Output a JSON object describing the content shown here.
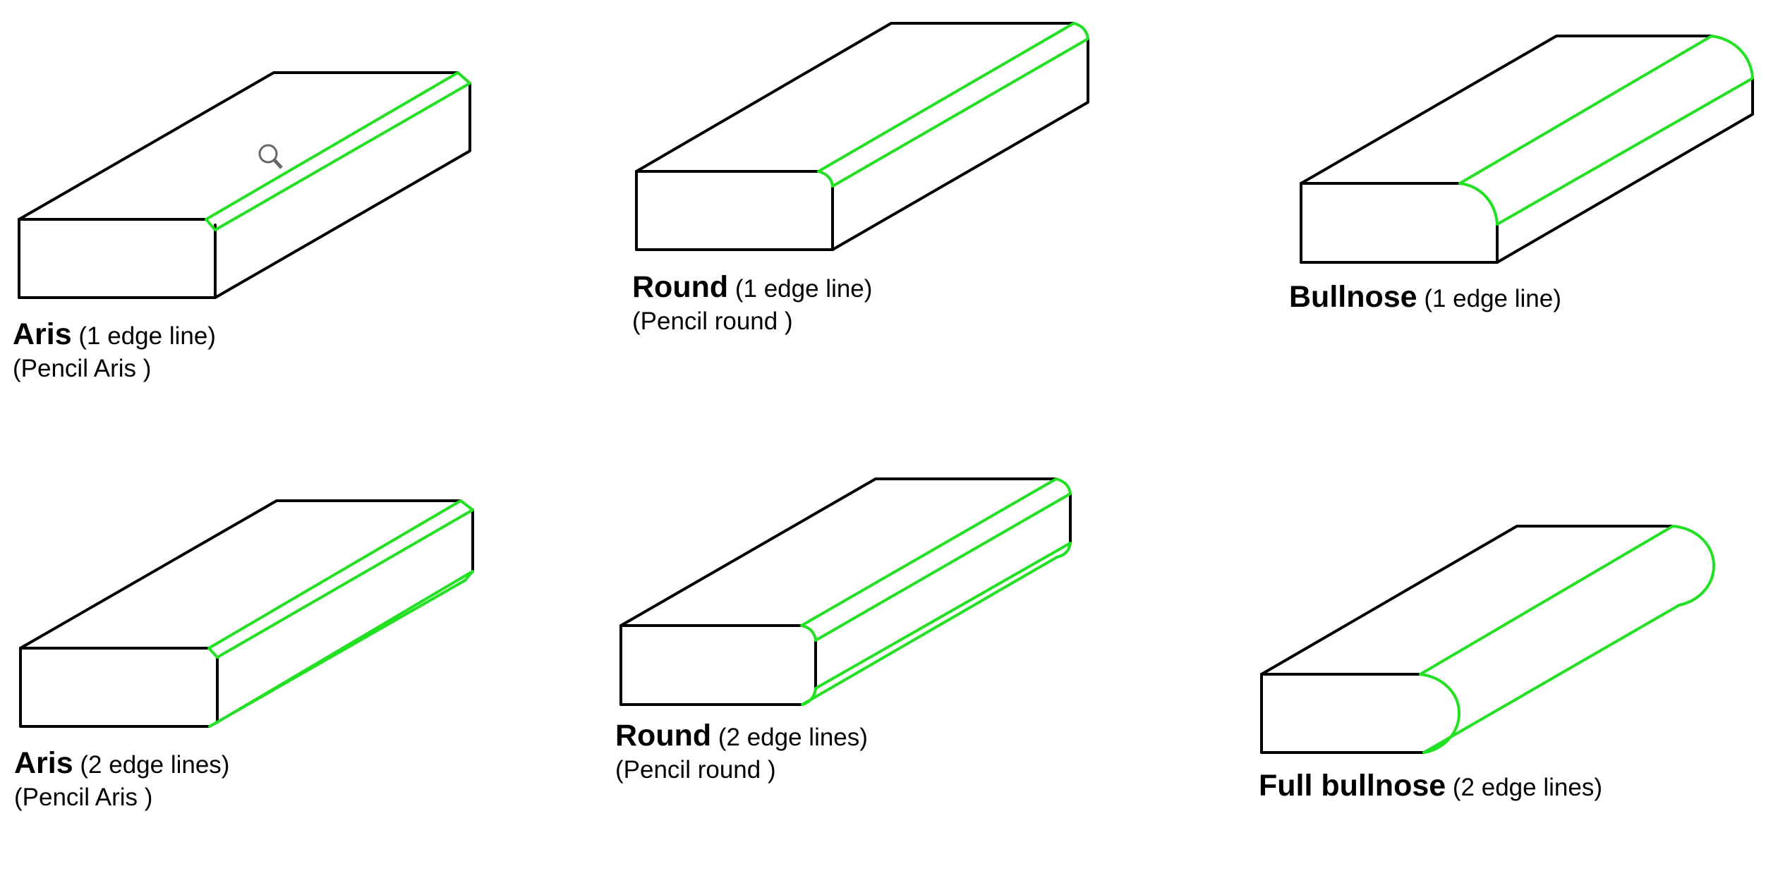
{
  "colors": {
    "outline": "#000000",
    "edge_highlight": "#22e022",
    "background": "#ffffff"
  },
  "icons": {
    "magnifier": "zoom-icon"
  },
  "profiles": [
    {
      "id": "aris-1",
      "name": "Aris",
      "detail": "(1 edge line)",
      "alias": "(Pencil Aris )"
    },
    {
      "id": "round-1",
      "name": "Round",
      "detail": "(1 edge line)",
      "alias": "(Pencil round )"
    },
    {
      "id": "bullnose-1",
      "name": "Bullnose",
      "detail": "(1 edge line)",
      "alias": ""
    },
    {
      "id": "aris-2",
      "name": "Aris",
      "detail": "(2 edge lines)",
      "alias": "(Pencil Aris )"
    },
    {
      "id": "round-2",
      "name": "Round",
      "detail": "(2 edge lines)",
      "alias": "(Pencil round )"
    },
    {
      "id": "fullbullnose-2",
      "name": "Full bullnose",
      "detail": "(2 edge lines)",
      "alias": ""
    }
  ]
}
